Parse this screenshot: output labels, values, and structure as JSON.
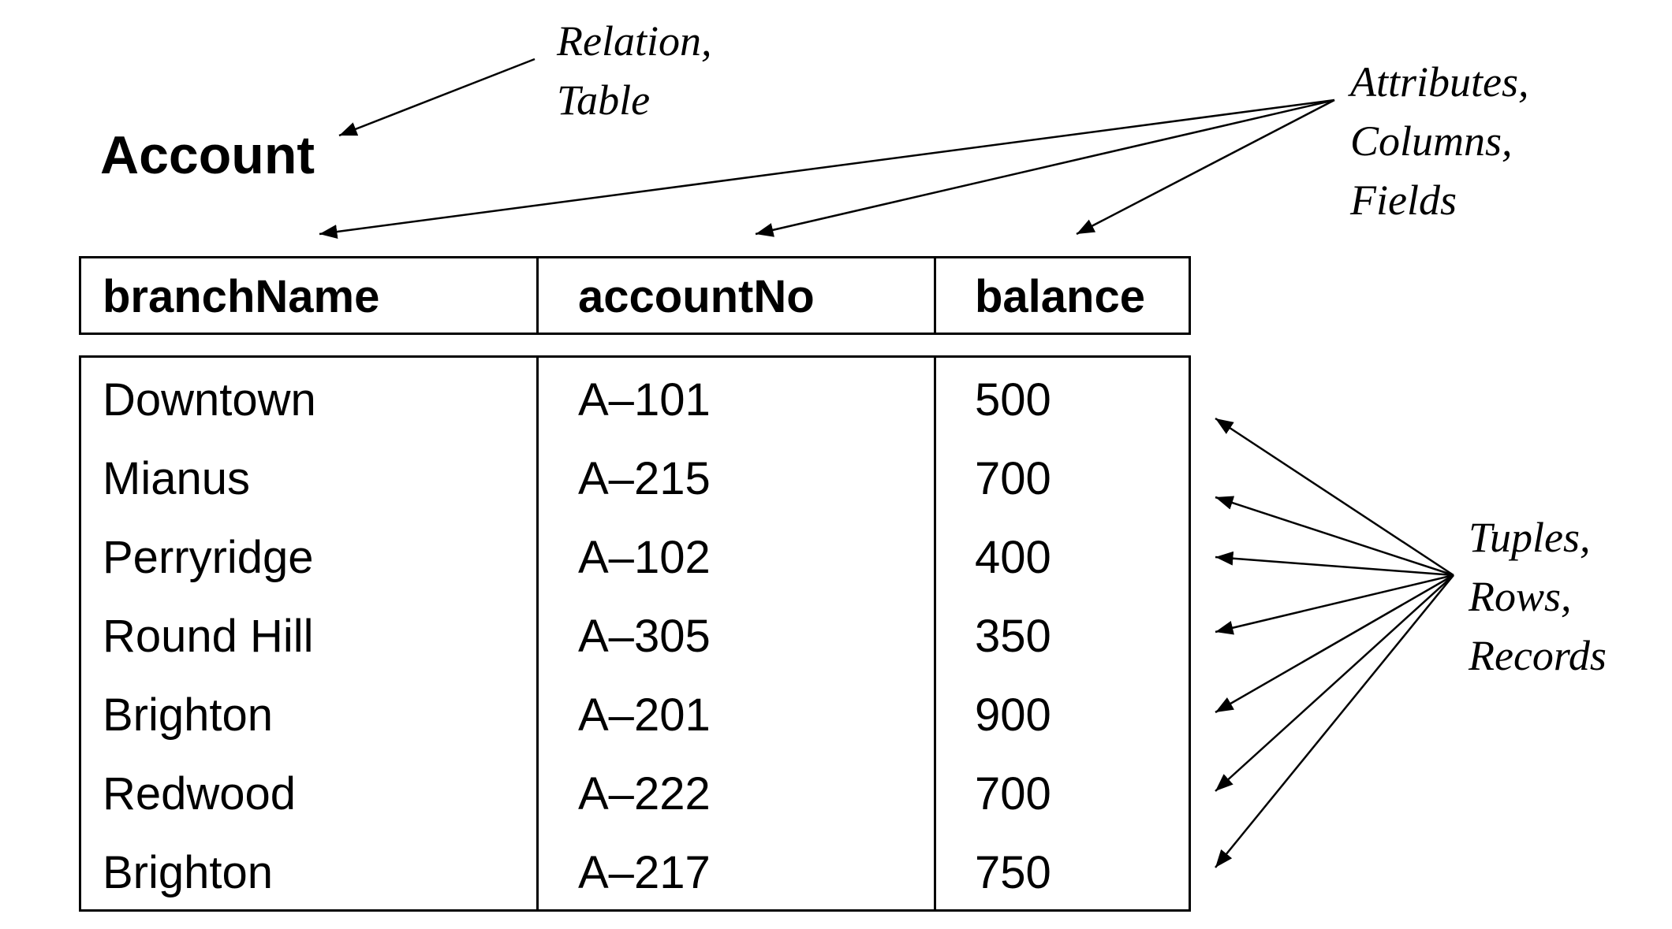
{
  "relation_label": {
    "line1": "Relation,",
    "line2": "Table"
  },
  "attributes_label": {
    "line1": "Attributes,",
    "line2": "Columns,",
    "line3": "Fields"
  },
  "tuples_label": {
    "line1": "Tuples,",
    "line2": "Rows,",
    "line3": "Records"
  },
  "table": {
    "title": "Account",
    "columns": [
      "branchName",
      "accountNo",
      "balance"
    ],
    "rows": [
      [
        "Downtown",
        "A–101",
        "500"
      ],
      [
        "Mianus",
        "A–215",
        "700"
      ],
      [
        "Perryridge",
        "A–102",
        "400"
      ],
      [
        "Round Hill",
        "A–305",
        "350"
      ],
      [
        "Brighton",
        "A–201",
        "900"
      ],
      [
        "Redwood",
        "A–222",
        "700"
      ],
      [
        "Brighton",
        "A–217",
        "750"
      ]
    ]
  }
}
